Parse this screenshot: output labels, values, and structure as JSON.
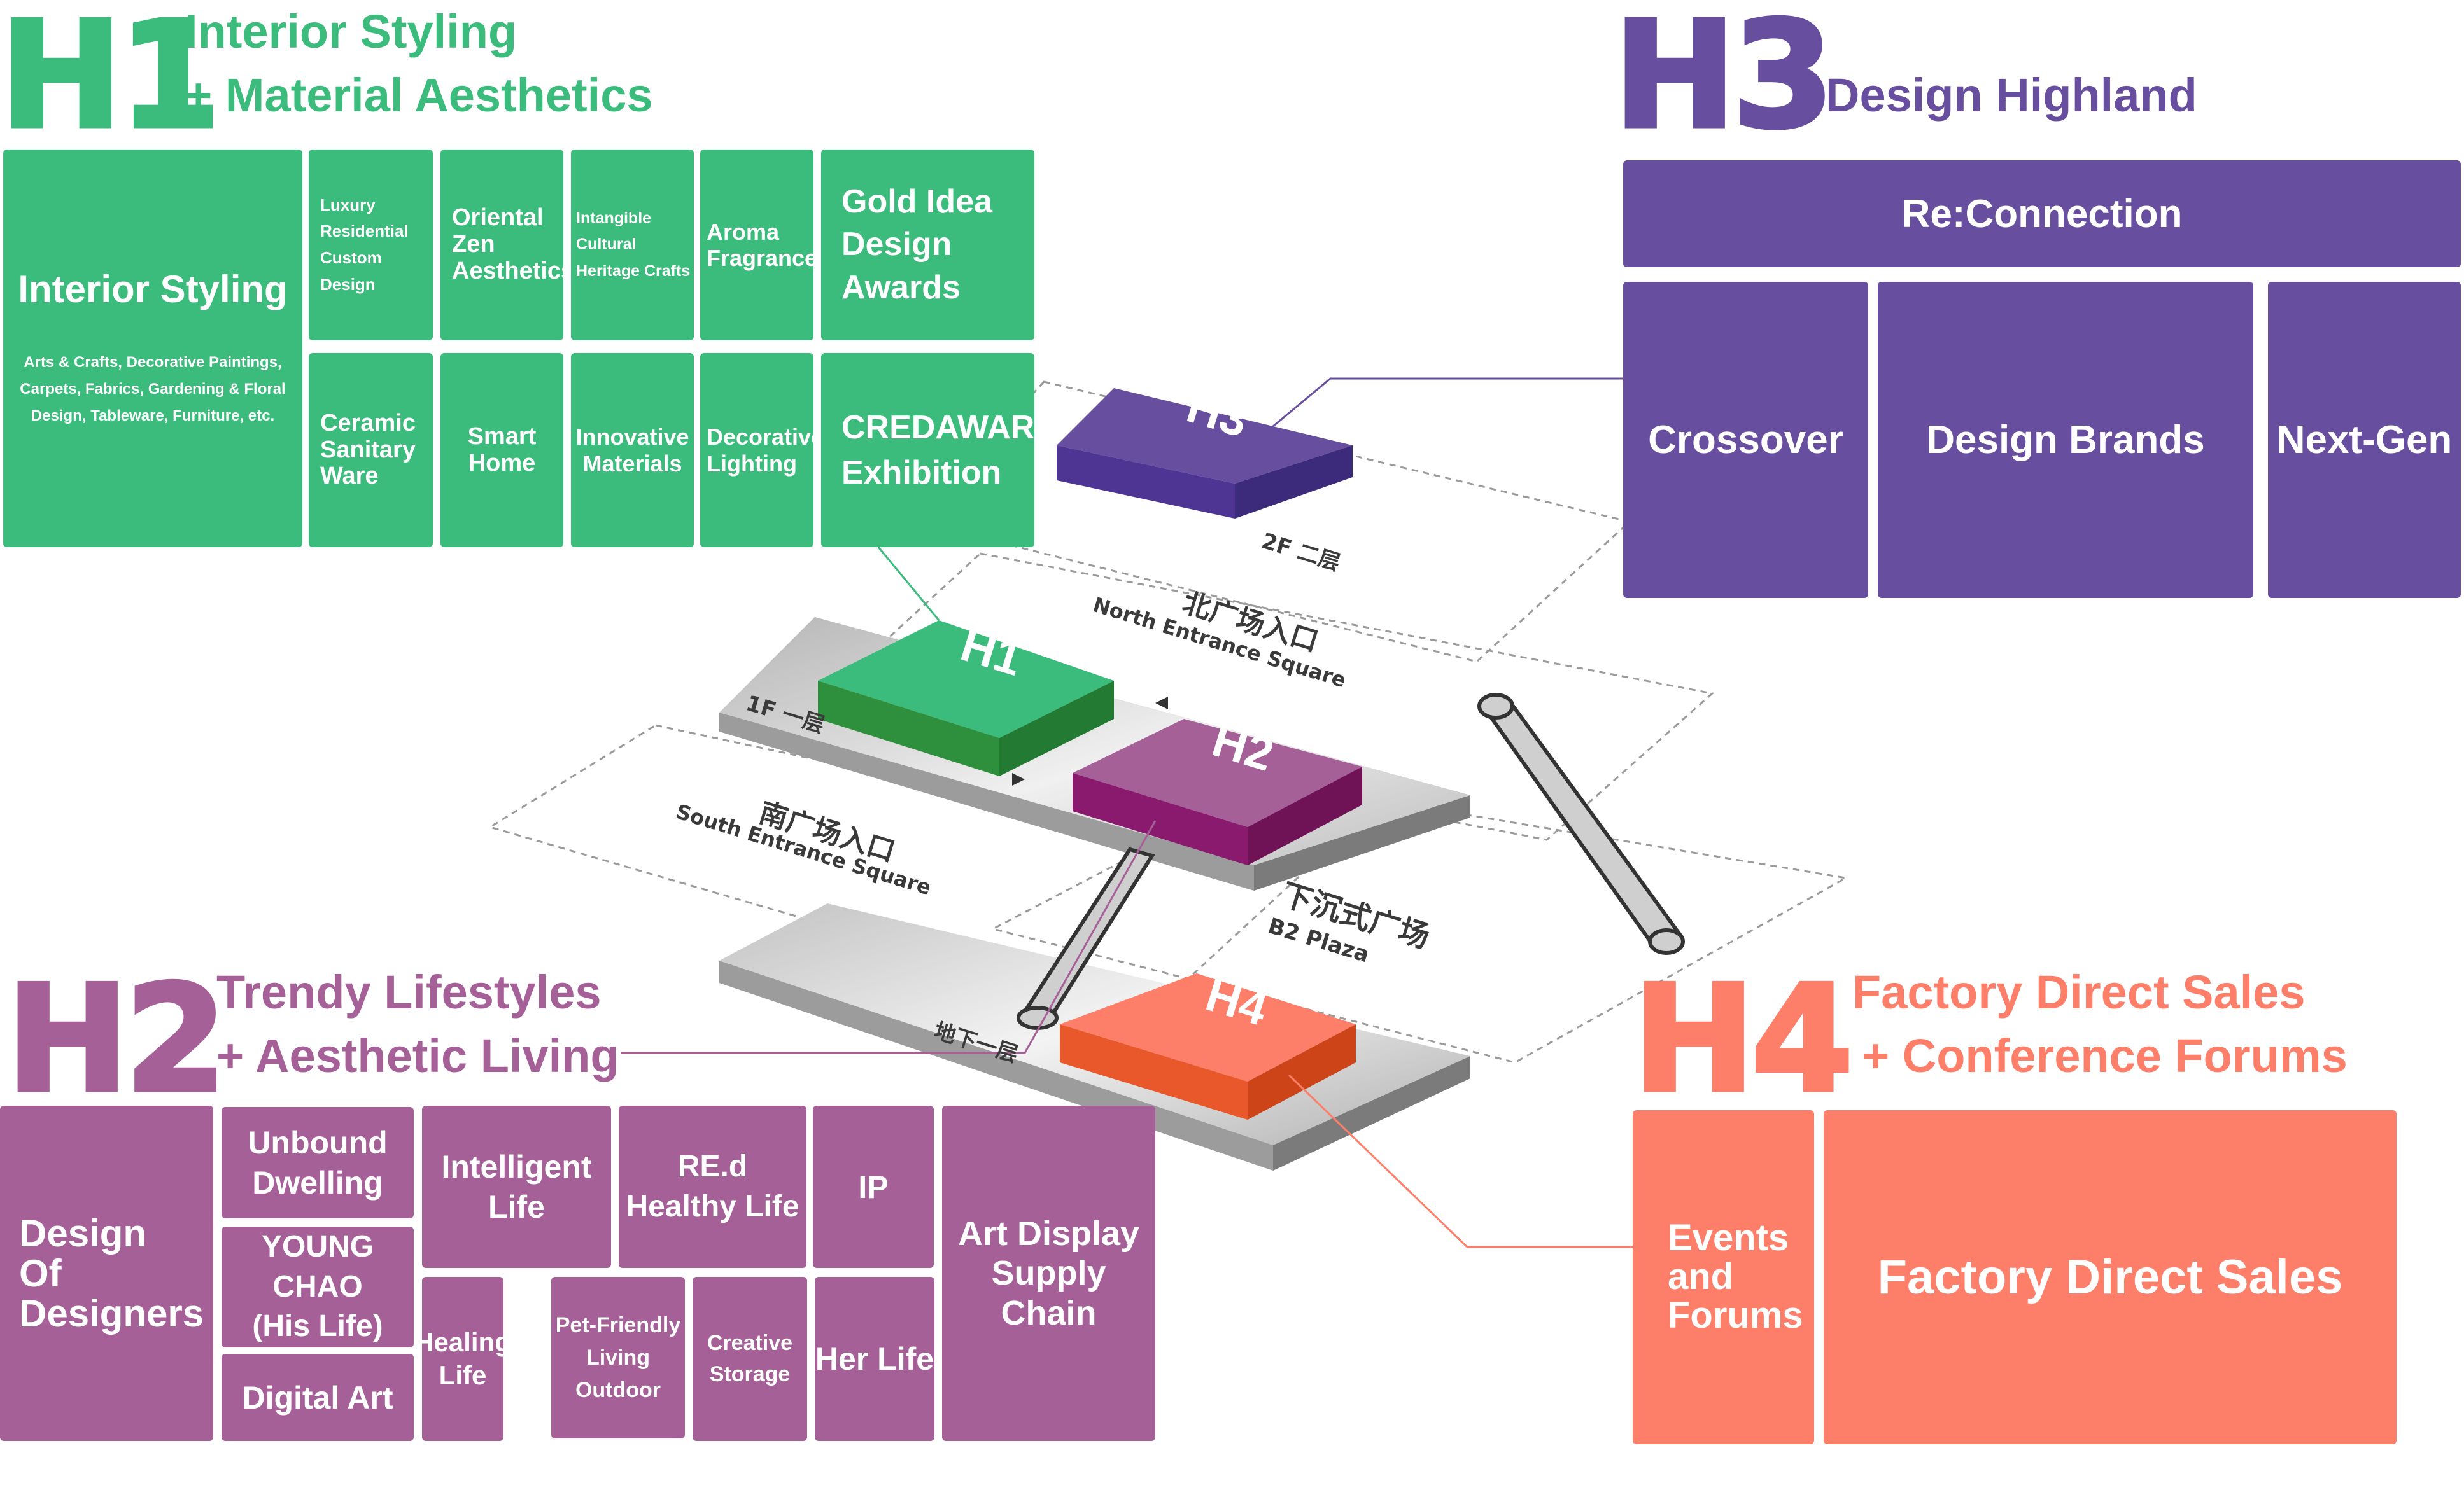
{
  "h1": {
    "code": "H1",
    "title_lines": [
      "Interior Styling",
      "+ Material Aesthetics"
    ],
    "color": "#3cbc7c",
    "main_tile": {
      "title": "Interior Styling",
      "subtitle": "Arts & Crafts, Decorative Paintings,\nCarpets, Fabrics, Gardening & Floral\nDesign, Tableware, Furniture, etc."
    },
    "tiles": [
      "Luxury\nResidential\nCustom Design",
      "Oriental\nZen\nAesthetics",
      "Intangible\nCultural\nHeritage Crafts",
      "Aroma\nFragrance",
      "Gold Idea\nDesign\nAwards",
      "Ceramic\nSanitary\nWare",
      "Smart\nHome",
      "Innovative\nMaterials",
      "Decorative\nLighting",
      "CREDAWARD\nExhibition"
    ]
  },
  "h3": {
    "code": "H3",
    "title": "Design Highland",
    "color": "#674e9e",
    "top": "Re:Connection",
    "tiles": [
      "Crossover",
      "Design Brands",
      "Next-Gen"
    ]
  },
  "h2": {
    "code": "H2",
    "title_lines": [
      "Trendy Lifestyles",
      "+ Aesthetic Living"
    ],
    "color": "#a66098",
    "tiles": [
      "Design\nOf\nDesigners",
      "Unbound\nDwelling",
      "YOUNG CHAO\n(His Life)",
      "Digital Art",
      "Intelligent\nLife",
      "RE.d\nHealthy Life",
      "IP",
      "Art Display\nSupply Chain",
      "Healing\nLife",
      "Pet-Friendly\nLiving\nOutdoor",
      "Creative\nStorage",
      "Her Life"
    ]
  },
  "h4": {
    "code": "H4",
    "title_lines": [
      "Factory Direct Sales",
      "+ Conference Forums"
    ],
    "color": "#fd7f69",
    "tiles": [
      "Events\nand\nForums",
      "Factory Direct Sales"
    ]
  },
  "map": {
    "floor_2f": "2F 二层",
    "floor_1f": "1F 一层",
    "floor_b": "地下一层",
    "north_cn": "北广场入口",
    "north_en": "North Entrance Square",
    "south_cn": "南广场入口",
    "south_en": "South Entrance Square",
    "b2_cn": "下沉式广场",
    "b2_en": "B2 Plaza",
    "block_colors": {
      "h1": "#3cbc7c",
      "h2": "#a66098",
      "h3": "#674e9e",
      "h4": "#fd7f69"
    }
  }
}
